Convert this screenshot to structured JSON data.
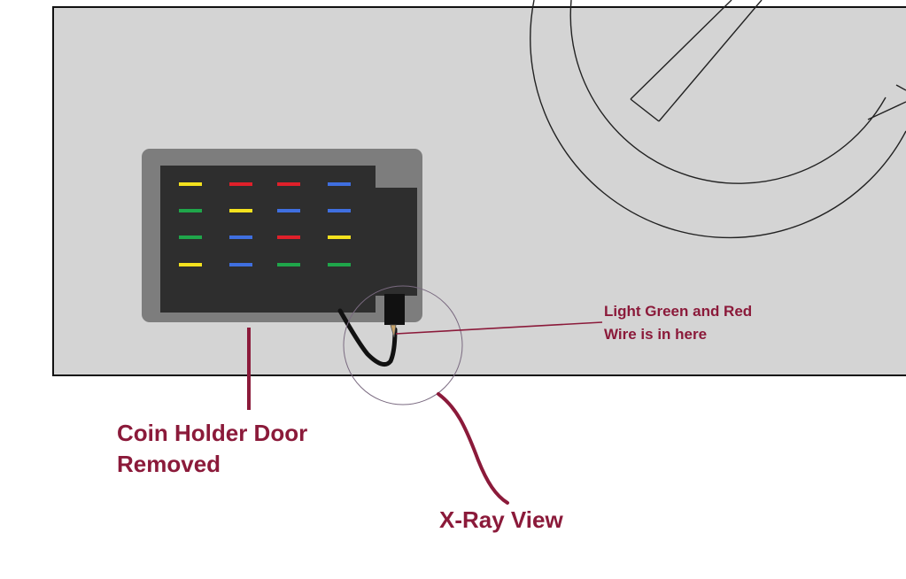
{
  "labels": {
    "wire_note_line1": "Light Green and Red",
    "wire_note_line2": "Wire is in here",
    "door_line1": "Coin Holder Door",
    "door_line2": "Removed",
    "xray": "X-Ray View"
  },
  "connector": {
    "rows": [
      [
        "yellow",
        "red",
        "red",
        "blue"
      ],
      [
        "green",
        "yellow",
        "blue",
        "blue"
      ],
      [
        "green",
        "blue",
        "red",
        "yellow"
      ],
      [
        "yellow",
        "blue",
        "green",
        "green"
      ]
    ]
  },
  "colors": {
    "panel": "#d4d4d4",
    "frame": "#7d7d7d",
    "connector_body": "#2e2e2e",
    "label": "#8b1a3a",
    "yellow": "#f4e21e",
    "red": "#e0202a",
    "blue": "#3f6fe0",
    "green": "#1fa64a"
  }
}
